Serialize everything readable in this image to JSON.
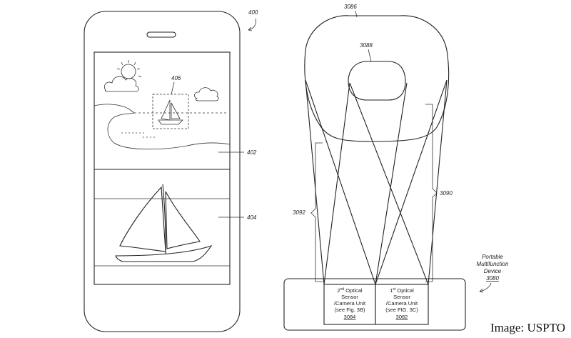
{
  "figure": {
    "ref_400": "400",
    "ref_406": "406",
    "ref_402": "402",
    "ref_404": "404",
    "ref_3086": "3086",
    "ref_3088": "3088",
    "ref_3090": "3090",
    "ref_3092": "3092",
    "device_label_line1": "Portable",
    "device_label_line2": "Multifunction",
    "device_label_line3": "Device",
    "device_label_line4": "3080",
    "sensor2": {
      "line1": "2",
      "line1_sup": "nd",
      "line1_rest": " Optical",
      "line2": "Sensor",
      "line3": "/Camera Unit",
      "line4": "(see Fig. 3B)",
      "ref": "3084"
    },
    "sensor1": {
      "line1": "1",
      "line1_sup": "st",
      "line1_rest": " Optical",
      "line2": "Sensor",
      "line3": "/Camera Unit",
      "line4": "(see FIG. 3C)",
      "ref": "3082"
    }
  },
  "credit": "Image: USPTO"
}
